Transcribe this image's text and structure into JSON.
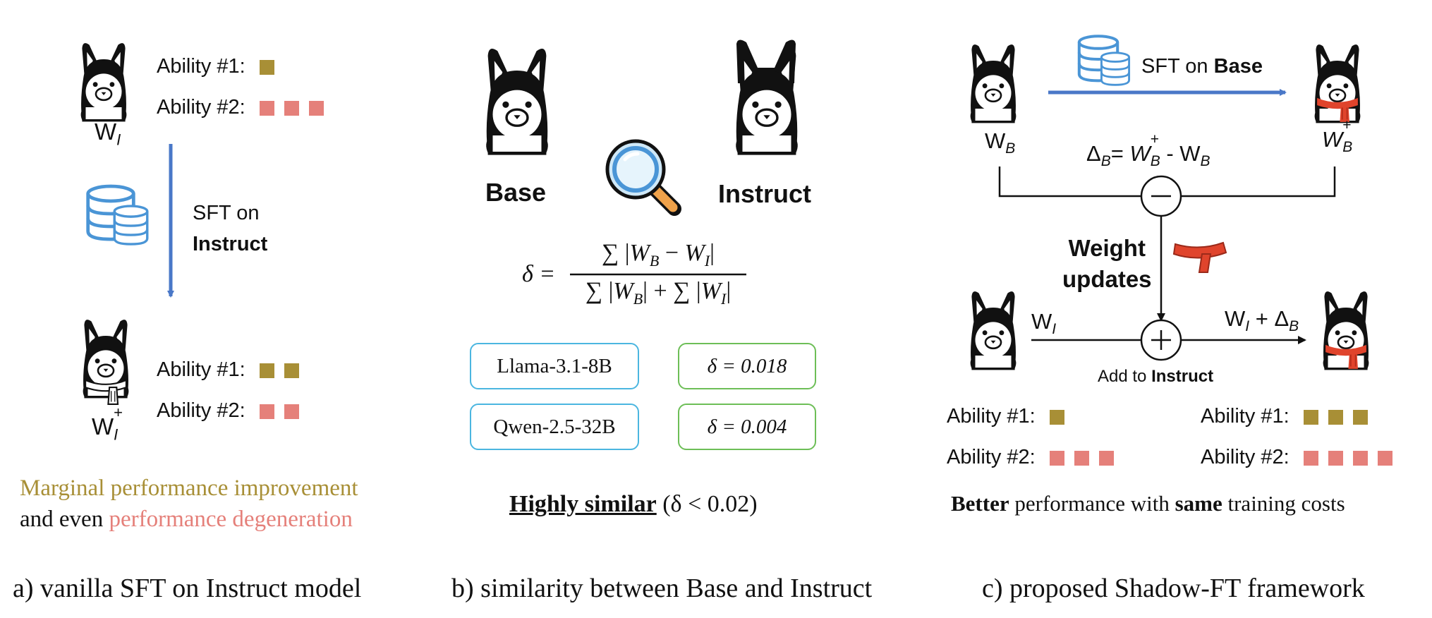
{
  "colors": {
    "olive": "#A88F36",
    "salmon": "#E5807A",
    "blue": "#4A78C8",
    "db_blue": "#4A95D6",
    "cyan_border": "#4BB6E0",
    "green_border": "#6DBE57",
    "scarf": "#E0442C"
  },
  "panel_a": {
    "ability1": "Ability #1:",
    "ability2": "Ability #2:",
    "w_label": "W",
    "w_sub": "I",
    "w_plus_label": "W",
    "w_plus_sub": "I",
    "w_plus_sup": "+",
    "sft_line1": "SFT on",
    "sft_line2": "Instruct",
    "before": {
      "ability1_squares": 1,
      "ability2_squares": 3
    },
    "after": {
      "ability1_squares": 2,
      "ability2_squares": 2
    },
    "result_line1": "Marginal performance improvement",
    "result_line2_prefix": "and even ",
    "result_line2_highlight": "performance degeneration",
    "caption": "a) vanilla SFT on Instruct model",
    "icons": [
      "llama-icon",
      "database-icon",
      "llama-scarf-icon"
    ]
  },
  "panel_b": {
    "base_label": "Base",
    "instruct_label": "Instruct",
    "formula": {
      "lhs": "δ =",
      "numerator": "∑ |W_B − W_I|",
      "denominator": "∑ |W_B| + ∑ |W_I|"
    },
    "models": [
      {
        "name": "Llama-3.1-8B",
        "delta": "δ  = 0.018"
      },
      {
        "name": "Qwen-2.5-32B",
        "delta": "δ  = 0.004"
      }
    ],
    "conclusion_bold": "Highly similar",
    "conclusion_rest": " (δ < 0.02)",
    "caption": "b) similarity between Base and Instruct",
    "icons": [
      "llama-icon",
      "magnifier-icon"
    ]
  },
  "panel_c": {
    "sft_text": "SFT on ",
    "sft_bold": "Base",
    "wb": "W",
    "wb_sub": "B",
    "wb_plus": "W",
    "wb_plus_sub": "B",
    "wb_plus_sup": "+",
    "delta_text": "Δ",
    "delta_sub": "B",
    "delta_eq": "= ",
    "delta_minus": " - W",
    "minus_symbol": "−",
    "plus_symbol": "+",
    "weight_updates_1": "Weight",
    "weight_updates_2": "updates",
    "wi": "W",
    "wi_sub": "I",
    "wi_plus_delta": "W",
    "wi_plus_delta_mid": " + Δ",
    "add_to": "Add to ",
    "add_to_bold": "Instruct",
    "left_abilities": {
      "ability1": "Ability #1:",
      "ability2": "Ability #2:",
      "ability1_squares": 1,
      "ability2_squares": 3
    },
    "right_abilities": {
      "ability1": "Ability #1:",
      "ability2": "Ability #2:",
      "ability1_squares": 3,
      "ability2_squares": 4
    },
    "conclusion_bold1": "Better",
    "conclusion_mid": " performance with ",
    "conclusion_bold2": "same",
    "conclusion_end": " training costs",
    "caption": "c) proposed Shadow-FT framework",
    "icons": [
      "llama-icon",
      "database-icon",
      "scarf-icon",
      "llama-scarf-icon"
    ]
  }
}
